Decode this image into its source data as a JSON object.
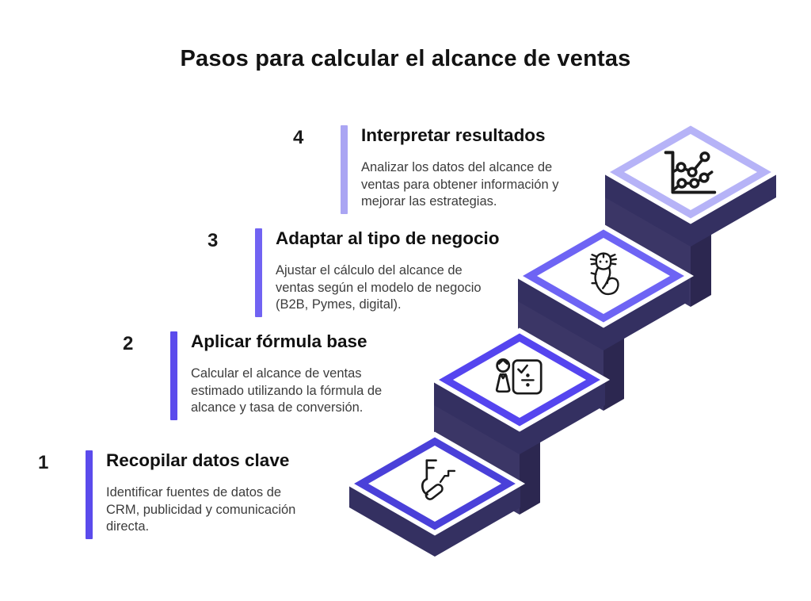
{
  "title": "Pasos para calcular el alcance de ventas",
  "colors": {
    "background": "#ffffff",
    "title_text": "#131313",
    "body_text": "#3c3c3c",
    "step_number": "#1a1a1a",
    "tile_face": "#ffffff",
    "tile_white_outline": "#ffffff",
    "icon_stroke": "#1a1a1a",
    "side_band": "#343061",
    "riser": "#3b3666",
    "riser_facet": "#2c2750"
  },
  "steps": [
    {
      "number": "1",
      "title": "Recopilar datos clave",
      "description": "Identificar fuentes de datos de\nCRM, publicidad y comunicación\ndirecta.",
      "bar_color": "#5b4bec",
      "tile_border": "#4a40d9",
      "icon": "data-sources-icon"
    },
    {
      "number": "2",
      "title": "Aplicar fórmula base",
      "description": "Calcular el alcance de ventas\nestimado utilizando la fórmula de\nalcance y tasa de conversión.",
      "bar_color": "#5b4bec",
      "tile_border": "#5545ef",
      "icon": "presenter-formula-board-icon"
    },
    {
      "number": "3",
      "title": "Adaptar al tipo de negocio",
      "description": "Ajustar el cálculo del alcance de\nventas según el modelo de negocio\n(B2B, Pymes, digital).",
      "bar_color": "#7163f2",
      "tile_border": "#6e64f4",
      "icon": "axolotl-icon"
    },
    {
      "number": "4",
      "title": "Interpretar resultados",
      "description": "Analizar los datos del alcance de\nventas para obtener información y\nmejorar las estrategias.",
      "bar_color": "#aaa5f3",
      "tile_border": "#b6b3f7",
      "icon": "line-chart-icon"
    }
  ]
}
